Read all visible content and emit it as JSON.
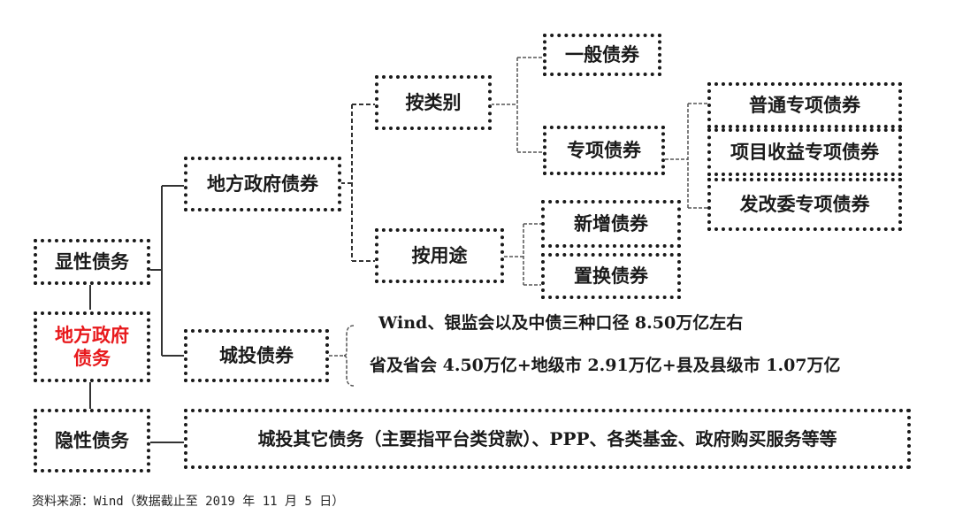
{
  "nodes": {
    "explicit_debt": "显性债务",
    "local_gov_debt": "地方政府\n债务",
    "implicit_debt": "隐性债务",
    "local_gov_bonds": "地方政府债券",
    "chengtou_bonds": "城投债券",
    "by_category": "按类别",
    "by_use": "按用途",
    "general_bonds": "一般债券",
    "special_bonds": "专项债券",
    "ordinary_special_bonds": "普通专项债券",
    "project_revenue_special_bonds": "项目收益专项债券",
    "ndrc_special_bonds": "发改委专项债券",
    "new_bonds": "新增债券",
    "replacement_bonds": "置换债券",
    "implicit_detail": "城投其它债务（主要指平台类贷款）、PPP、各类基金、政府购买服务等等"
  },
  "chengtou_notes": [
    "Wind、银监会以及中债三种口径 8.50万亿左右",
    "省及省会 4.50万亿+地级市 2.91万亿+县及县级市 1.07万亿"
  ],
  "source_note": "资料来源：Wind（数据截止至 2019 年 11 月 5 日）",
  "colors": {
    "highlight": "#e8191c",
    "ink": "#1a1a1a"
  }
}
